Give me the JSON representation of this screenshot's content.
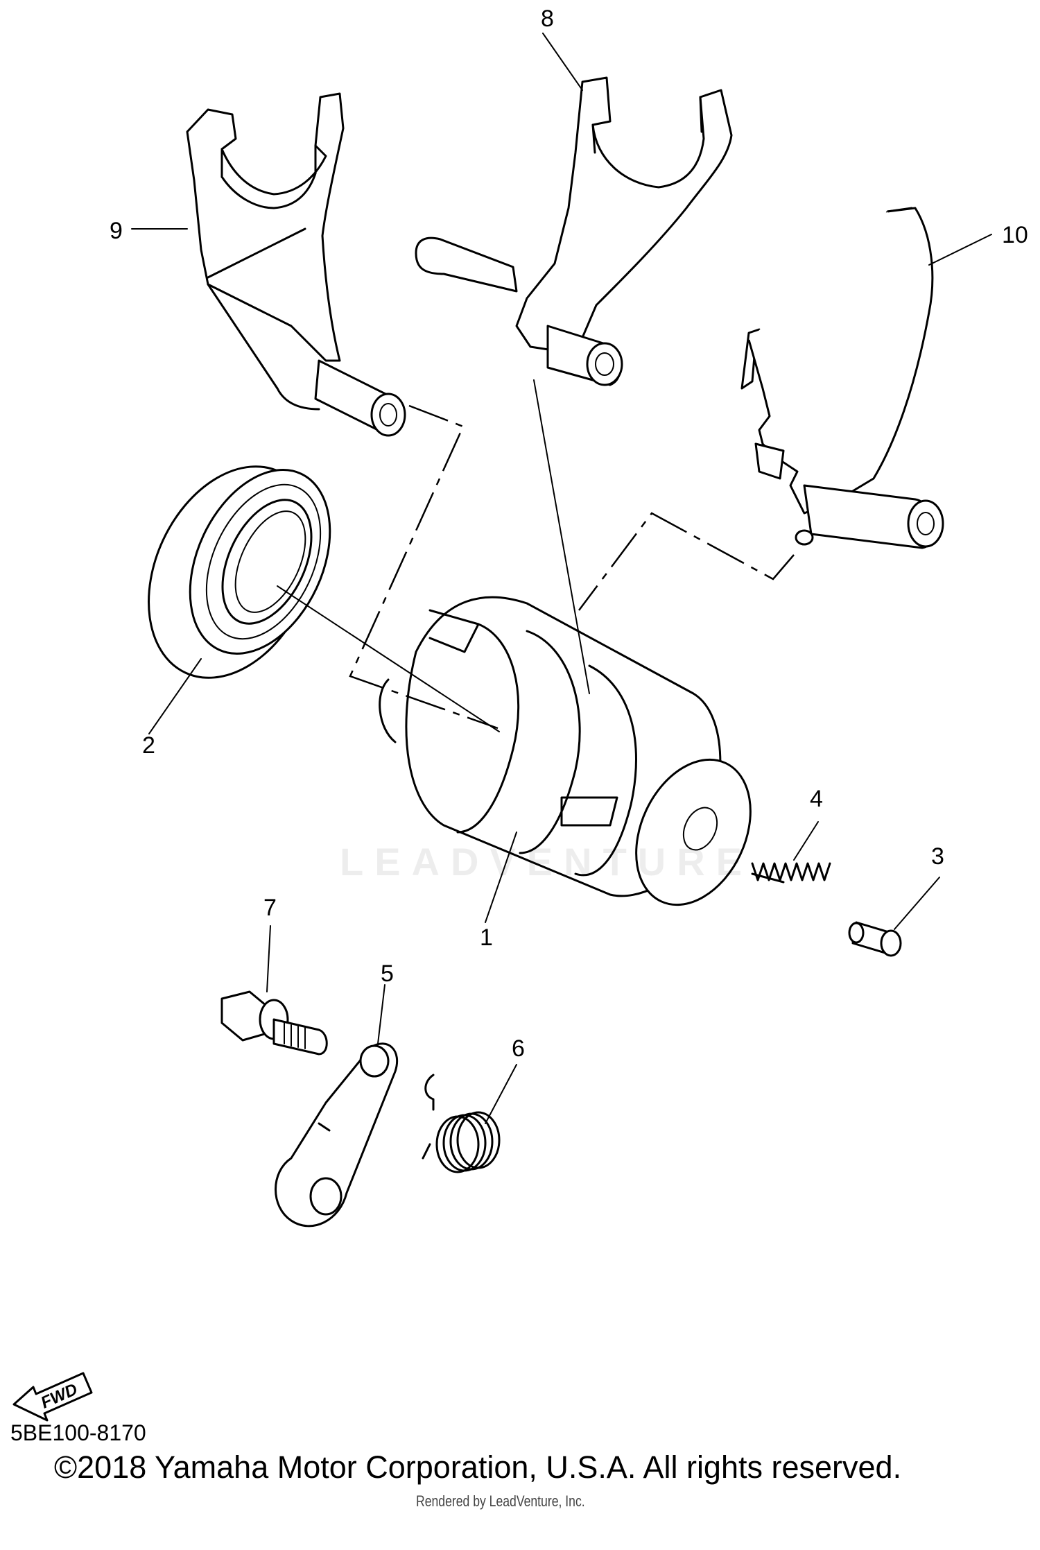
{
  "diagram": {
    "parts": [
      {
        "number": "1",
        "name": "shift-drum"
      },
      {
        "number": "2",
        "name": "bearing"
      },
      {
        "number": "3",
        "name": "pin"
      },
      {
        "number": "4",
        "name": "spring"
      },
      {
        "number": "5",
        "name": "stopper-lever"
      },
      {
        "number": "6",
        "name": "torsion-spring"
      },
      {
        "number": "7",
        "name": "bolt"
      },
      {
        "number": "8",
        "name": "shift-fork-center"
      },
      {
        "number": "9",
        "name": "shift-fork-left"
      },
      {
        "number": "10",
        "name": "shift-fork-right"
      }
    ],
    "fwd_label": "FWD",
    "diagram_code": "5BE100-8170",
    "copyright": "©2018 Yamaha Motor Corporation, U.S.A. All rights reserved.",
    "rendered_by": "Rendered by LeadVenture, Inc.",
    "watermark": "LEADVENTURE"
  }
}
